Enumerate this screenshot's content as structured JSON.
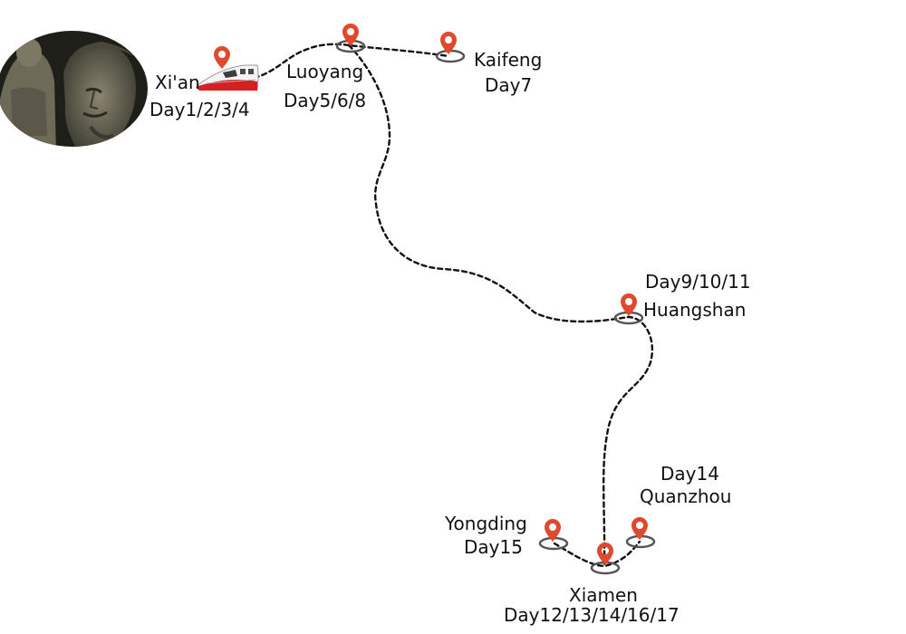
{
  "colors": {
    "pin": "#e0492c",
    "route": "#111111",
    "ring": "#555555",
    "train_body": "#f4f4f4",
    "train_stripe": "#d81e1e"
  },
  "icons": {
    "pin": "map-pin-icon",
    "ring": "location-ring-icon",
    "train": "high-speed-train-icon",
    "photo": "terracotta-warriors-photo"
  },
  "stops": {
    "xian": {
      "name": "Xi'an",
      "days": "Day1/2/3/4"
    },
    "luoyang": {
      "name": "Luoyang",
      "days": "Day5/6/8"
    },
    "kaifeng": {
      "name": "Kaifeng",
      "days": "Day7"
    },
    "huangshan": {
      "name": "Huangshan",
      "days": "Day9/10/11"
    },
    "quanzhou": {
      "name": "Quanzhou",
      "days": "Day14"
    },
    "yongding": {
      "name": "Yongding",
      "days": "Day15"
    },
    "xiamen": {
      "name": "Xiamen",
      "days": "Day12/13/14/16/17"
    }
  }
}
